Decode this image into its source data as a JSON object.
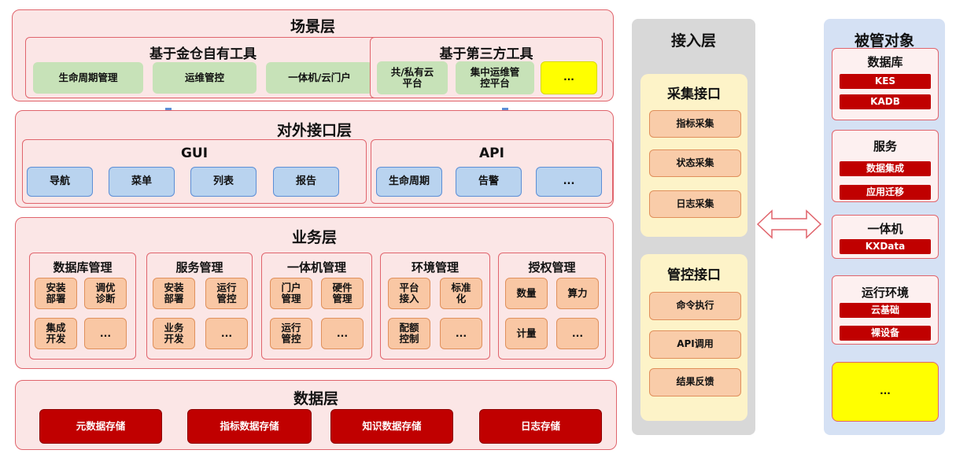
{
  "scene_layer": {
    "title": "场景层",
    "own_tools": {
      "title": "基于金仓自有工具",
      "items": [
        "生命周期管理",
        "运维管控",
        "一体机/云门户"
      ]
    },
    "third_party": {
      "title": "基于第三方工具",
      "items": [
        "共/私有云平台",
        "集中运维管控平台",
        "..."
      ]
    }
  },
  "interface_layer": {
    "title": "对外接口层",
    "gui": {
      "title": "GUI",
      "items": [
        "导航",
        "菜单",
        "列表",
        "报告"
      ]
    },
    "api": {
      "title": "API",
      "items": [
        "生命周期",
        "告警",
        "..."
      ]
    }
  },
  "business_layer": {
    "title": "业务层",
    "groups": [
      {
        "title": "数据库管理",
        "items": [
          "安装部署",
          "调优诊断",
          "集成开发",
          "..."
        ]
      },
      {
        "title": "服务管理",
        "items": [
          "安装部署",
          "运行管控",
          "业务开发",
          "..."
        ]
      },
      {
        "title": "一体机管理",
        "items": [
          "门户管理",
          "硬件管理",
          "运行管控",
          "..."
        ]
      },
      {
        "title": "环境管理",
        "items": [
          "平台接入",
          "标准化",
          "配额控制",
          "..."
        ]
      },
      {
        "title": "授权管理",
        "items": [
          "数量",
          "算力",
          "计量",
          "..."
        ]
      }
    ]
  },
  "data_layer": {
    "title": "数据层",
    "items": [
      "元数据存储",
      "指标数据存储",
      "知识数据存储",
      "日志存储"
    ]
  },
  "access_layer": {
    "title": "接入层",
    "collect": {
      "title": "采集接口",
      "items": [
        "指标采集",
        "状态采集",
        "日志采集"
      ]
    },
    "control": {
      "title": "管控接口",
      "items": [
        "命令执行",
        "API调用",
        "结果反馈"
      ]
    }
  },
  "managed_objects": {
    "title": "被管对象",
    "groups": [
      {
        "title": "数据库",
        "items": [
          "KES",
          "KADB"
        ]
      },
      {
        "title": "服务",
        "items": [
          "数据集成",
          "应用迁移"
        ]
      },
      {
        "title": "一体机",
        "items": [
          "KXData"
        ]
      },
      {
        "title": "运行环境",
        "items": [
          "云基础",
          "裸设备"
        ]
      }
    ],
    "more": "..."
  }
}
